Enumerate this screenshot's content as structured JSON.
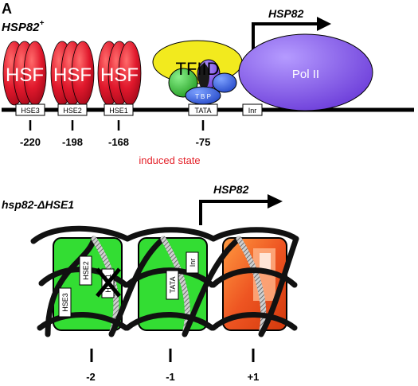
{
  "panel_letter": "A",
  "top": {
    "gene_label": "HSP82",
    "gene_superscript": "+",
    "transcript_label": "HSP82",
    "hsf_labels": [
      "HSF",
      "HSF",
      "HSF"
    ],
    "tfiid_label": "TFIID",
    "tbp_label": "T B P",
    "polii_label": "Pol II",
    "elements": [
      "HSE3",
      "HSE2",
      "HSE1",
      "TATA",
      "Inr"
    ],
    "positions": [
      "-220",
      "-198",
      "-168",
      "-75"
    ],
    "state_label": "induced state",
    "colors": {
      "hsf": "#e0182c",
      "tfiid": "#f2ea1e",
      "polii": "#8a55e8",
      "tbp": "#2f5fe0",
      "green_factor": "#2fc42f",
      "state_text": "#e4222a"
    }
  },
  "bottom": {
    "gene_label": "hsp82-ΔHSE1",
    "transcript_label": "HSP82",
    "nuc1_elements": [
      "HSE3",
      "HSE2",
      "HSE1"
    ],
    "nuc2_elements": [
      "TATA",
      "Inr"
    ],
    "positions": [
      "-2",
      "-1",
      "+1"
    ],
    "colors": {
      "nucleosome_green": "#33dd33",
      "nucleosome_orange": "#ee5522"
    }
  }
}
